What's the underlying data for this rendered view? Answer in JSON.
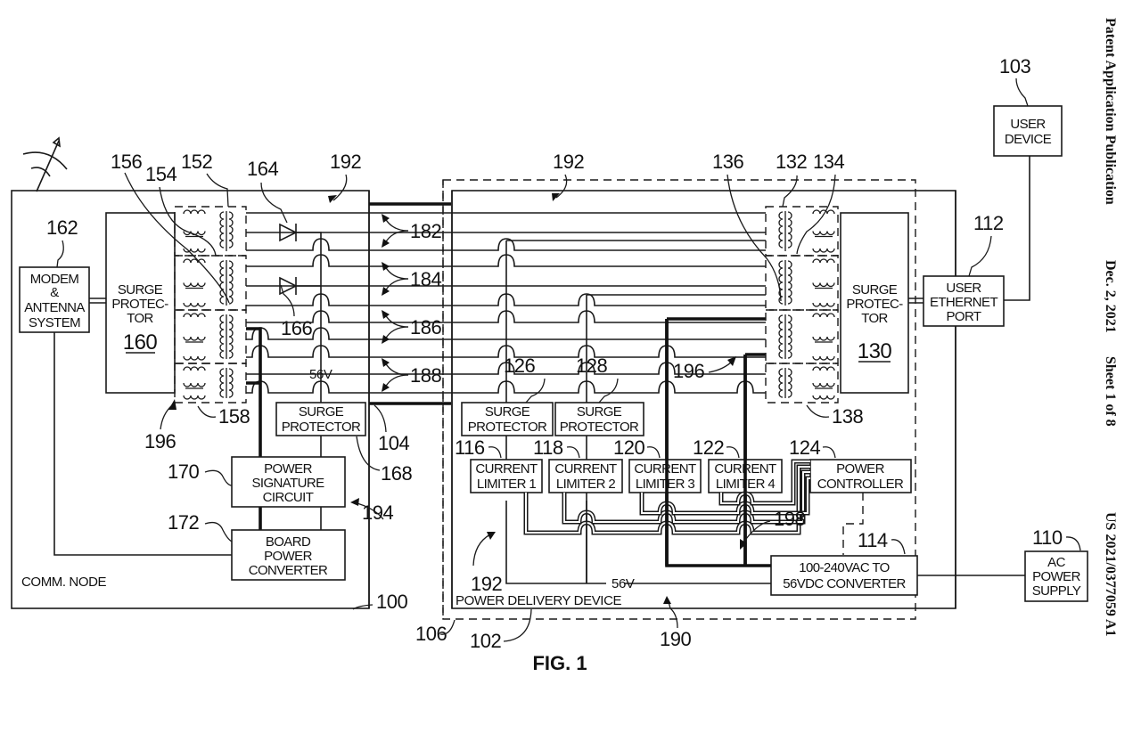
{
  "header": {
    "publication_type": "Patent Application Publication",
    "date": "Dec. 2, 2021",
    "sheet": "Sheet 1 of 8",
    "publication_number": "US 2021/0377059 A1"
  },
  "figure": {
    "caption": "FIG. 1"
  },
  "comm_node": {
    "label": "COMM. NODE",
    "ref": "100",
    "modem": {
      "lines": [
        "MODEM",
        "&",
        "ANTENNA",
        "SYSTEM"
      ],
      "ref": "162"
    },
    "surge_protector": {
      "lines": [
        "SURGE",
        "PROTEC-",
        "TOR"
      ],
      "ref": "160"
    },
    "transformer_refs": {
      "t152": "152",
      "t154": "154",
      "t156": "156",
      "t158": "158"
    },
    "diode_refs": {
      "d164": "164",
      "d166": "166"
    },
    "voltage_label": "56V",
    "small_surge_protector": {
      "lines": [
        "SURGE",
        "PROTECTOR"
      ],
      "ref": "168"
    },
    "power_signature": {
      "lines": [
        "POWER",
        "SIGNATURE",
        "CIRCUIT"
      ],
      "ref": "170"
    },
    "board_power_converter": {
      "lines": [
        "BOARD",
        "POWER",
        "CONVERTER"
      ],
      "ref": "172"
    },
    "refs": {
      "r192": "192",
      "r194": "194",
      "r196": "196"
    }
  },
  "cable": {
    "ref": "104",
    "pair_refs": [
      "182",
      "184",
      "186",
      "188"
    ]
  },
  "power_delivery_device": {
    "label": "POWER DELIVERY DEVICE",
    "ref": "102",
    "enclosure_ref": "106",
    "refs": {
      "r190": "190",
      "r192a": "192",
      "r192b": "192",
      "r196": "196",
      "r198": "198"
    },
    "surge_protectors": [
      {
        "lines": [
          "SURGE",
          "PROTECTOR"
        ],
        "ref": "126"
      },
      {
        "lines": [
          "SURGE",
          "PROTECTOR"
        ],
        "ref": "128"
      }
    ],
    "current_limiters": [
      {
        "lines": [
          "CURRENT",
          "LIMITER 1"
        ],
        "ref": "116"
      },
      {
        "lines": [
          "CURRENT",
          "LIMITER 2"
        ],
        "ref": "118"
      },
      {
        "lines": [
          "CURRENT",
          "LIMITER 3"
        ],
        "ref": "120"
      },
      {
        "lines": [
          "CURRENT",
          "LIMITER 4"
        ],
        "ref": "122"
      }
    ],
    "power_controller": {
      "lines": [
        "POWER",
        "CONTROLLER"
      ],
      "ref": "124"
    },
    "converter": {
      "lines": [
        "100-240VAC TO",
        "56VDC CONVERTER"
      ],
      "ref": "114"
    },
    "voltage_label": "56V",
    "surge_protector_main": {
      "lines": [
        "SURGE",
        "PROTEC-",
        "TOR"
      ],
      "ref": "130"
    },
    "transformer_refs": {
      "t132": "132",
      "t134": "134",
      "t136": "136",
      "t138": "138"
    },
    "user_ethernet_port": {
      "lines": [
        "USER",
        "ETHERNET",
        "PORT"
      ],
      "ref": "112"
    }
  },
  "user_device": {
    "lines": [
      "USER",
      "DEVICE"
    ],
    "ref": "103"
  },
  "ac_power_supply": {
    "lines": [
      "AC",
      "POWER",
      "SUPPLY"
    ],
    "ref": "110"
  }
}
